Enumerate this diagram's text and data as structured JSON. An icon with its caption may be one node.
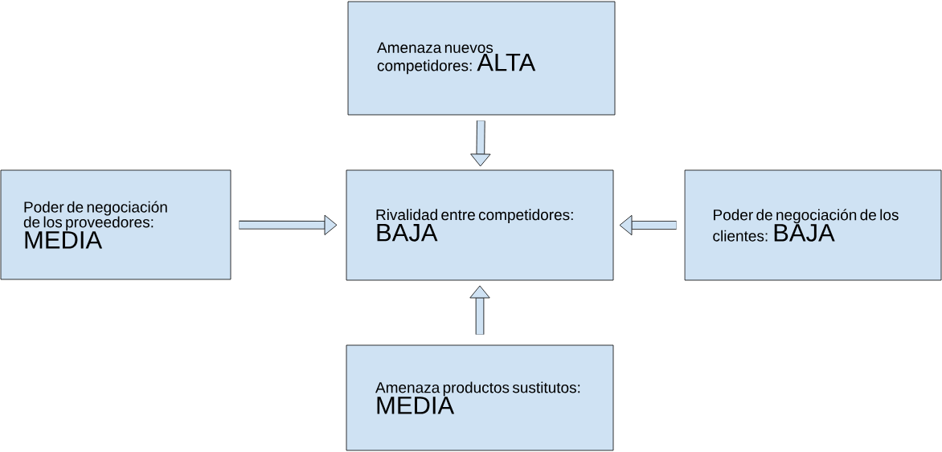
{
  "diagram": {
    "nodes": [
      {
        "text": [
          "Amenaza nuevos competidores:",
          "ALTA"
        ]
      },
      {
        "text": [
          "Poder de negociación de los proveedores:",
          "MEDIA"
        ]
      },
      {
        "text": [
          "Rivalidad entre competidores:",
          "BAJA"
        ]
      },
      {
        "text": [
          "Poder de negociación de los clientes:",
          "BAJA"
        ]
      },
      {
        "text": [
          "Amenaza productos sustitutos:",
          "MEDIA"
        ]
      }
    ],
    "edges": [
      {
        "from": 0,
        "to": 2,
        "arrow": "to"
      },
      {
        "from": 1,
        "to": 2,
        "arrow": "to"
      },
      {
        "from": 3,
        "to": 2,
        "arrow": "to"
      },
      {
        "from": 4,
        "to": 2,
        "arrow": "to"
      }
    ]
  }
}
